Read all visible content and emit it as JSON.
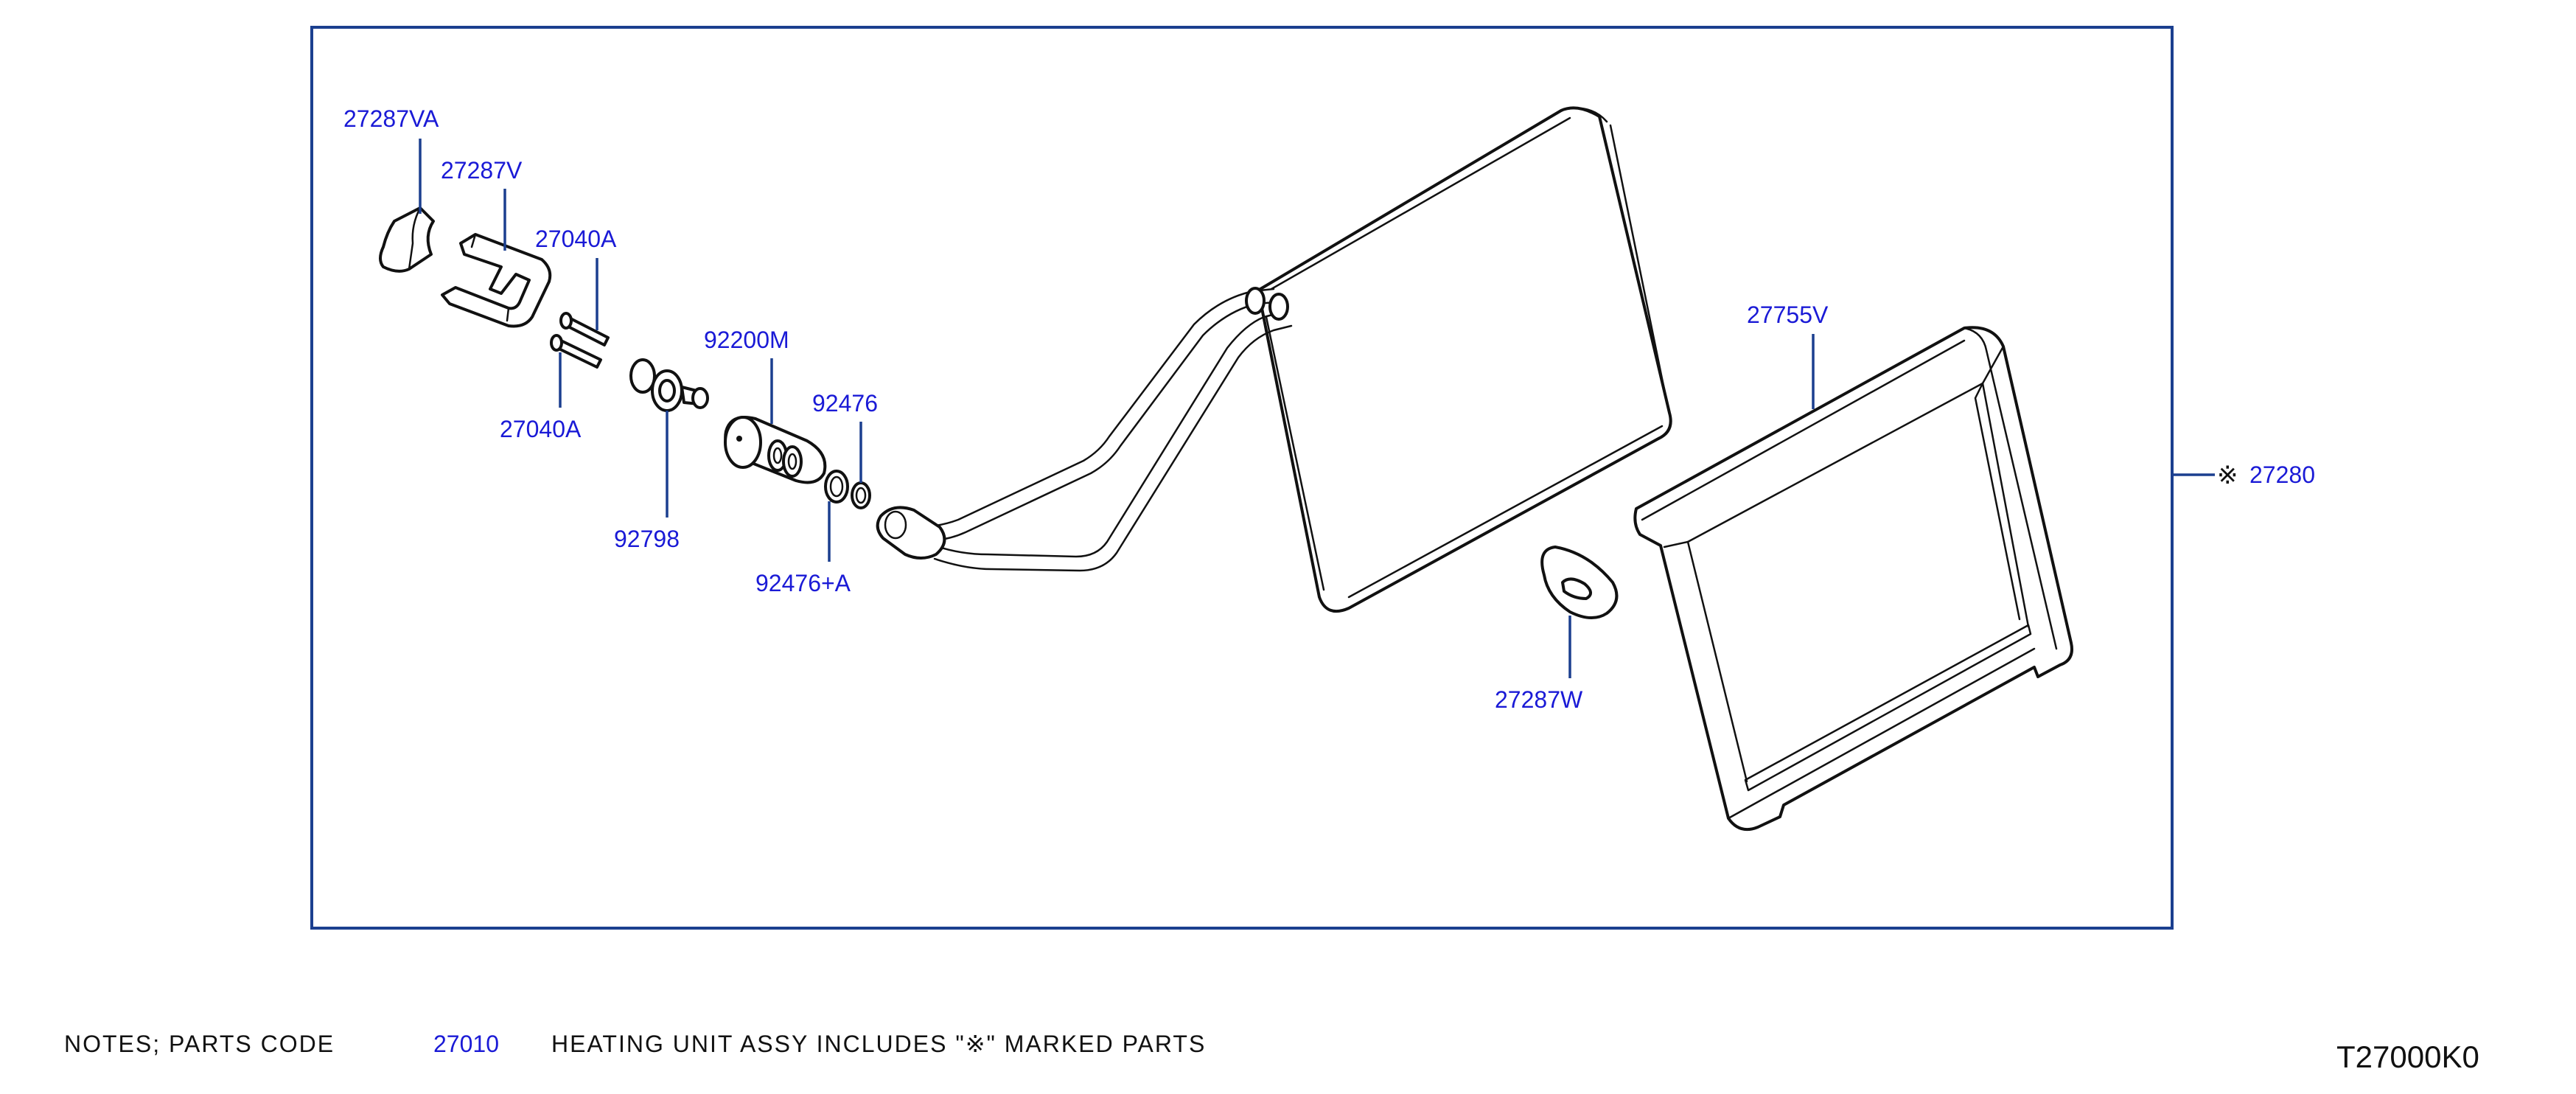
{
  "parts": {
    "p27287VA": "27287VA",
    "p27287V": "27287V",
    "p27040A_top": "27040A",
    "p27040A_bottom": "27040A",
    "p92200M": "92200M",
    "p92476": "92476",
    "p92798": "92798",
    "p92476A": "92476+A",
    "p27755V": "27755V",
    "p27287W": "27287W",
    "p27280": "27280"
  },
  "assembly_mark": "※",
  "notes": {
    "lead": "NOTES;   PARTS   CODE",
    "code": "27010",
    "text": "HEATING   UNIT   ASSY   INCLUDES   \"※\"   MARKED   PARTS"
  },
  "diagram_code": "T27000K0",
  "colors": {
    "label": "#1a1ad6",
    "leader": "#1b3f8f",
    "line": "#111111",
    "background": "#ffffff"
  }
}
